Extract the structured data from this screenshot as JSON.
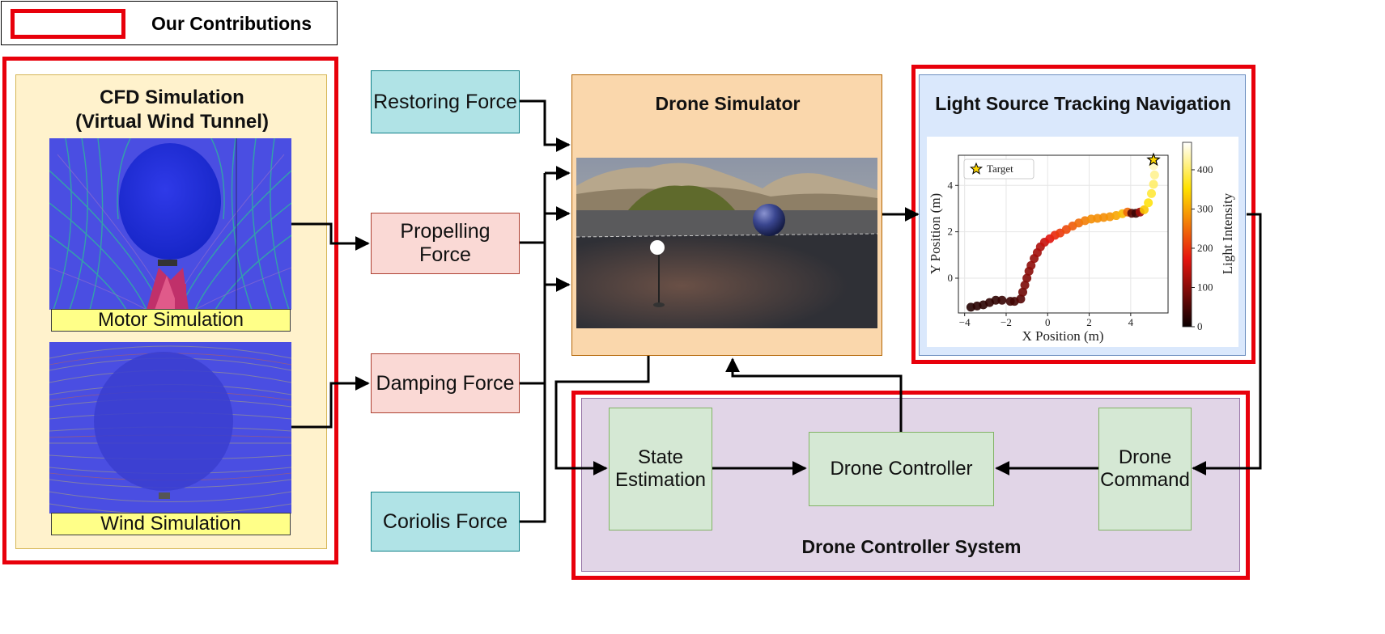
{
  "legend": {
    "label": "Our Contributions"
  },
  "cfd": {
    "title_line1": "CFD Simulation",
    "title_line2": "(Virtual Wind Tunnel)",
    "motor_label": "Motor Simulation",
    "wind_label": "Wind Simulation"
  },
  "forces": {
    "restoring": "Restoring Force",
    "propelling": "Propelling Force",
    "damping": "Damping Force",
    "coriolis": "Coriolis Force"
  },
  "simulator": {
    "title": "Drone Simulator"
  },
  "navigation": {
    "title": "Light Source Tracking Navigation"
  },
  "controller_system": {
    "title": "Drone Controller System",
    "state_line1": "State",
    "state_line2": "Estimation",
    "controller": "Drone Controller",
    "command_line1": "Drone",
    "command_line2": "Command"
  },
  "colors": {
    "highlight_red": "#e8000b",
    "cfd_bg": "#fff2cc",
    "simulator_bg": "#fad7ac",
    "navigation_bg": "#dae8fc",
    "controller_bg": "#e1d5e7",
    "force_cyan": "#b0e3e6",
    "force_pink": "#fad9d5",
    "block_green": "#d5e8d4",
    "label_yellow": "#ffff88"
  },
  "chart_data": {
    "type": "scatter",
    "xlabel": "X Position (m)",
    "ylabel": "Y Position (m)",
    "colorbar_label": "Light Intensity",
    "xlim": [
      -4.3,
      5.8
    ],
    "ylim": [
      -1.5,
      5.3
    ],
    "xticks": [
      -4,
      -2,
      0,
      2,
      4
    ],
    "yticks": [
      0,
      2,
      4
    ],
    "colorbar_ticks": [
      0,
      100,
      200,
      300,
      400
    ],
    "colorbar_range": [
      0,
      470
    ],
    "legend": [
      "Target"
    ],
    "legend_position": "upper-left",
    "grid": true,
    "target": {
      "x": 5.1,
      "y": 5.1
    },
    "points": [
      {
        "x": -3.7,
        "y": -1.25,
        "c": 20
      },
      {
        "x": -3.4,
        "y": -1.2,
        "c": 25
      },
      {
        "x": -3.1,
        "y": -1.15,
        "c": 25
      },
      {
        "x": -2.8,
        "y": -1.05,
        "c": 30
      },
      {
        "x": -2.5,
        "y": -0.95,
        "c": 30
      },
      {
        "x": -2.2,
        "y": -0.95,
        "c": 35
      },
      {
        "x": -1.8,
        "y": -1.0,
        "c": 40
      },
      {
        "x": -1.6,
        "y": -1.0,
        "c": 45
      },
      {
        "x": -1.3,
        "y": -0.9,
        "c": 60
      },
      {
        "x": -1.2,
        "y": -0.6,
        "c": 80
      },
      {
        "x": -1.1,
        "y": -0.3,
        "c": 90
      },
      {
        "x": -1.0,
        "y": 0.0,
        "c": 95
      },
      {
        "x": -0.9,
        "y": 0.3,
        "c": 100
      },
      {
        "x": -0.8,
        "y": 0.55,
        "c": 105
      },
      {
        "x": -0.65,
        "y": 0.85,
        "c": 110
      },
      {
        "x": -0.5,
        "y": 1.1,
        "c": 120
      },
      {
        "x": -0.35,
        "y": 1.35,
        "c": 130
      },
      {
        "x": -0.15,
        "y": 1.55,
        "c": 150
      },
      {
        "x": 0.1,
        "y": 1.7,
        "c": 170
      },
      {
        "x": 0.35,
        "y": 1.85,
        "c": 190
      },
      {
        "x": 0.6,
        "y": 1.95,
        "c": 205
      },
      {
        "x": 0.9,
        "y": 2.1,
        "c": 220
      },
      {
        "x": 1.2,
        "y": 2.25,
        "c": 235
      },
      {
        "x": 1.5,
        "y": 2.38,
        "c": 250
      },
      {
        "x": 1.8,
        "y": 2.48,
        "c": 265
      },
      {
        "x": 2.1,
        "y": 2.55,
        "c": 280
      },
      {
        "x": 2.4,
        "y": 2.58,
        "c": 280
      },
      {
        "x": 2.7,
        "y": 2.62,
        "c": 280
      },
      {
        "x": 3.0,
        "y": 2.65,
        "c": 285
      },
      {
        "x": 3.3,
        "y": 2.7,
        "c": 300
      },
      {
        "x": 3.6,
        "y": 2.78,
        "c": 320
      },
      {
        "x": 3.85,
        "y": 2.85,
        "c": 250
      },
      {
        "x": 4.05,
        "y": 2.8,
        "c": 60
      },
      {
        "x": 4.25,
        "y": 2.8,
        "c": 40
      },
      {
        "x": 4.45,
        "y": 2.85,
        "c": 120
      },
      {
        "x": 4.65,
        "y": 2.95,
        "c": 330
      },
      {
        "x": 4.85,
        "y": 3.25,
        "c": 360
      },
      {
        "x": 5.0,
        "y": 3.65,
        "c": 380
      },
      {
        "x": 5.1,
        "y": 4.05,
        "c": 400
      },
      {
        "x": 5.15,
        "y": 4.45,
        "c": 420
      },
      {
        "x": 5.1,
        "y": 4.85,
        "c": 440
      }
    ]
  }
}
